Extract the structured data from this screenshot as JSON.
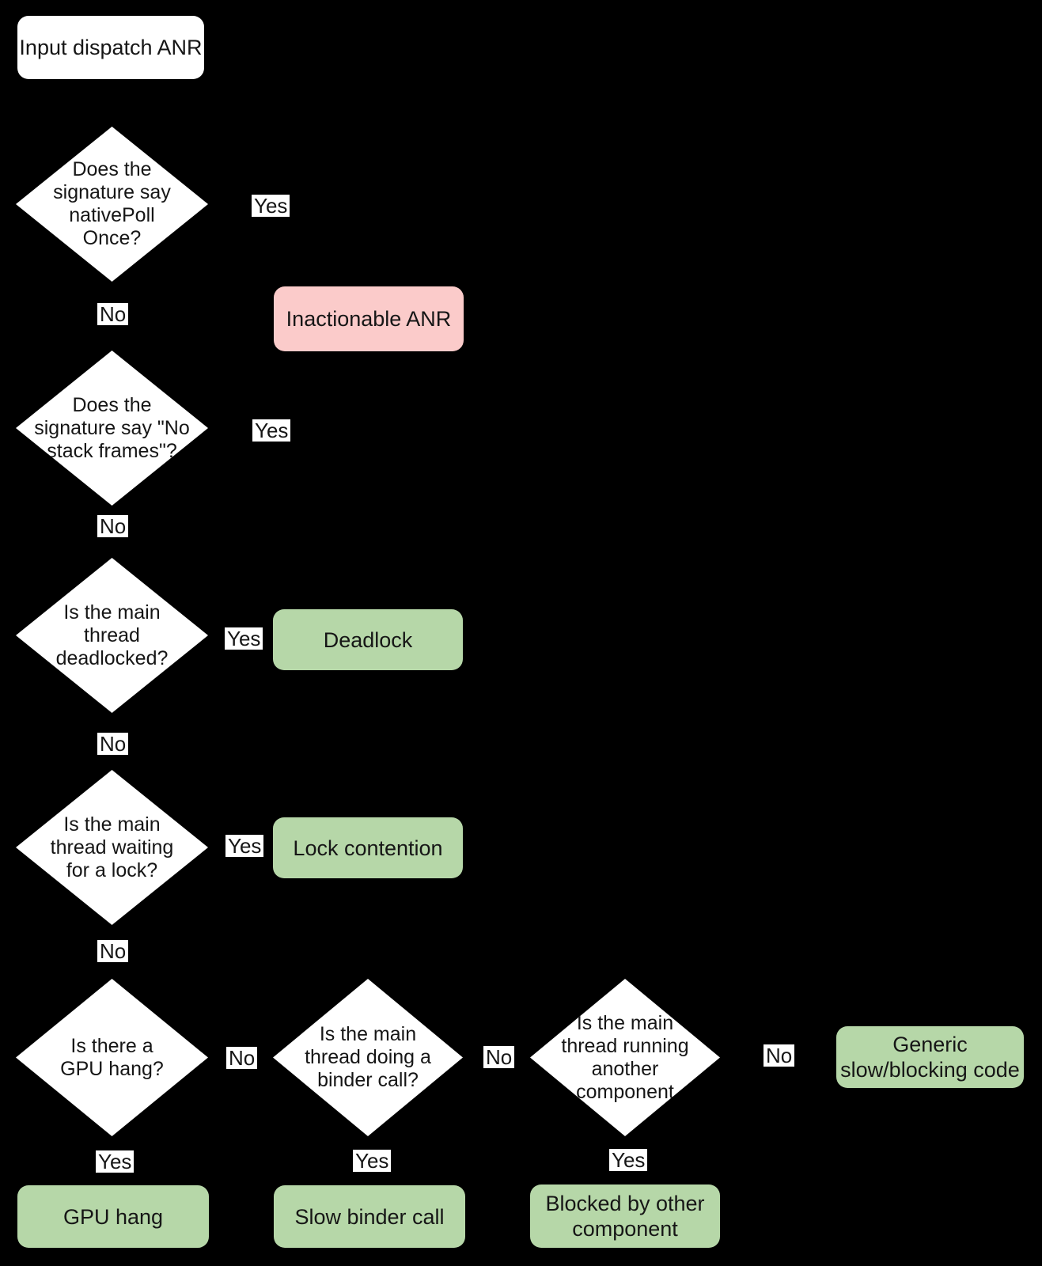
{
  "diagram_title": "Input dispatch ANR triage flowchart",
  "colors": {
    "background": "#000000",
    "node_fill": "#ffffff",
    "terminal_green": "#b6d7a8",
    "terminal_pink": "#fbcbca",
    "label_bg": "#ffffff",
    "text": "#161616"
  },
  "nodes": {
    "start": {
      "type": "start",
      "label": "Input dispatch ANR"
    },
    "q_nativepoll": {
      "type": "decision",
      "label": "Does the\nsignature say\nnativePoll\nOnce?"
    },
    "q_no_stack_frames": {
      "type": "decision",
      "label": "Does the\nsignature say \"No\nstack frames\"?"
    },
    "q_deadlocked": {
      "type": "decision",
      "label": "Is the main\nthread\ndeadlocked?"
    },
    "q_waiting_lock": {
      "type": "decision",
      "label": "Is the main\nthread waiting\nfor a lock?"
    },
    "q_gpu_hang": {
      "type": "decision",
      "label": "Is there a\nGPU hang?"
    },
    "q_binder_call": {
      "type": "decision",
      "label": "Is the main\nthread doing a\nbinder call?"
    },
    "q_other_component": {
      "type": "decision",
      "label": "Is the main\nthread running\nanother\ncomponent"
    },
    "inactionable": {
      "type": "terminal",
      "color": "pink",
      "label": "Inactionable ANR"
    },
    "deadlock": {
      "type": "terminal",
      "color": "green",
      "label": "Deadlock"
    },
    "lock_contention": {
      "type": "terminal",
      "color": "green",
      "label": "Lock contention"
    },
    "gpu_hang": {
      "type": "terminal",
      "color": "green",
      "label": "GPU hang"
    },
    "slow_binder_call": {
      "type": "terminal",
      "color": "green",
      "label": "Slow binder call"
    },
    "blocked_by_other": {
      "type": "terminal",
      "color": "green",
      "label": "Blocked by other\ncomponent"
    },
    "generic_slow": {
      "type": "terminal",
      "color": "green",
      "label": "Generic\nslow/blocking code"
    }
  },
  "edges": [
    {
      "from": "q_nativepoll",
      "to": "inactionable",
      "label": "Yes"
    },
    {
      "from": "q_nativepoll",
      "to": "q_no_stack_frames",
      "label": "No"
    },
    {
      "from": "q_no_stack_frames",
      "to": "inactionable",
      "label": "Yes"
    },
    {
      "from": "q_no_stack_frames",
      "to": "q_deadlocked",
      "label": "No"
    },
    {
      "from": "q_deadlocked",
      "to": "deadlock",
      "label": "Yes"
    },
    {
      "from": "q_deadlocked",
      "to": "q_waiting_lock",
      "label": "No"
    },
    {
      "from": "q_waiting_lock",
      "to": "lock_contention",
      "label": "Yes"
    },
    {
      "from": "q_waiting_lock",
      "to": "q_gpu_hang",
      "label": "No"
    },
    {
      "from": "q_gpu_hang",
      "to": "q_binder_call",
      "label": "No"
    },
    {
      "from": "q_binder_call",
      "to": "q_other_component",
      "label": "No"
    },
    {
      "from": "q_other_component",
      "to": "generic_slow",
      "label": "No"
    },
    {
      "from": "q_gpu_hang",
      "to": "gpu_hang",
      "label": "Yes"
    },
    {
      "from": "q_binder_call",
      "to": "slow_binder_call",
      "label": "Yes"
    },
    {
      "from": "q_other_component",
      "to": "blocked_by_other",
      "label": "Yes"
    }
  ]
}
